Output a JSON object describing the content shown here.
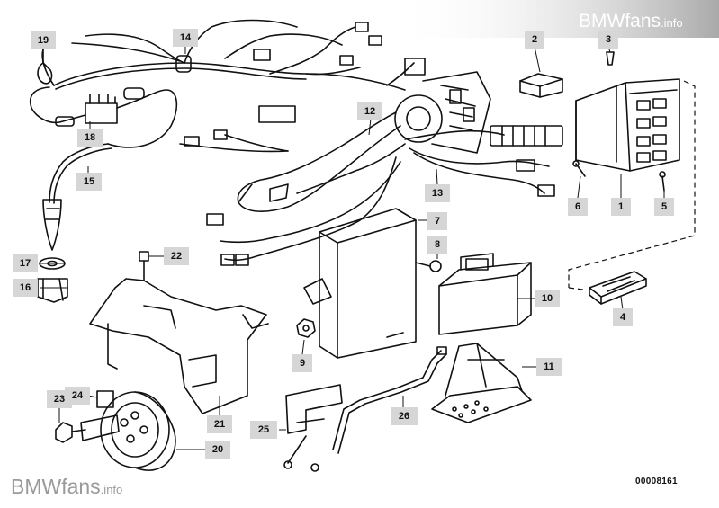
{
  "watermark": {
    "brand": "BMWfans",
    "suffix": ".info"
  },
  "diagram_code": "00008161",
  "callouts": [
    "1",
    "2",
    "3",
    "4",
    "5",
    "6",
    "7",
    "8",
    "9",
    "10",
    "11",
    "12",
    "13",
    "14",
    "15",
    "16",
    "17",
    "18",
    "19",
    "20",
    "21",
    "22",
    "23",
    "24",
    "25",
    "26"
  ],
  "colors": {
    "line": "#111111",
    "callout_bg": "#d6d6d6",
    "header_gradient_start": "#9a9a9a"
  }
}
